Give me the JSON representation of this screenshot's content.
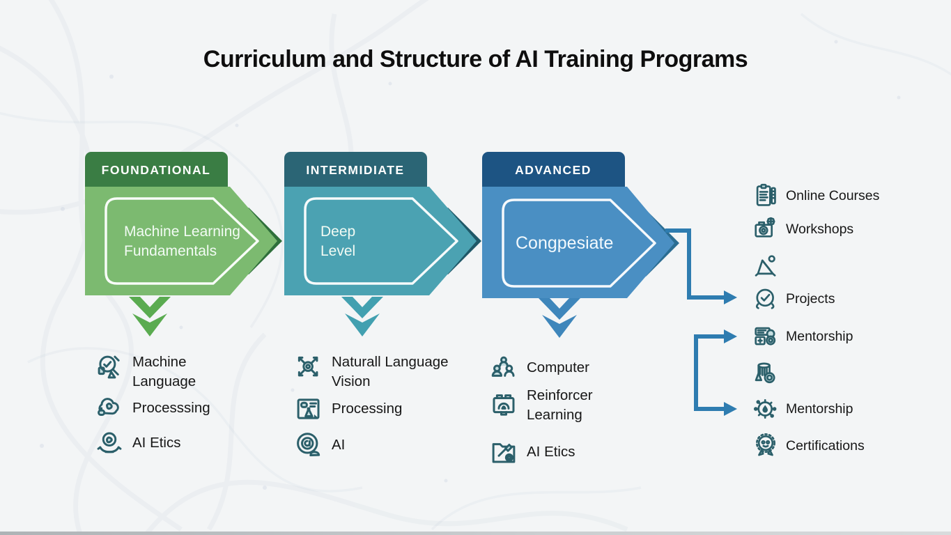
{
  "page": {
    "title": "Curriculum and Structure of AI Training Programs"
  },
  "colors": {
    "background": "#f3f5f6",
    "title": "#0e0e0e",
    "connector": "#2e7cb0",
    "foundational": {
      "header": "#3a7d44",
      "body": "#7cba70",
      "diamond": "#2f6f3b",
      "chevron": "#5aab50"
    },
    "intermediate": {
      "header": "#2b6575",
      "body": "#4ba2b2",
      "diamond": "#1f5868",
      "chevron": "#42a0b0"
    },
    "advanced": {
      "header": "#1d5483",
      "body": "#4a8fc3",
      "diamond": "#2b6d92",
      "chevron": "#3e86bb"
    }
  },
  "levels": [
    {
      "id": "foundational",
      "header_label": "FOUNDATIONAL",
      "body_lines": [
        "Machine Learning",
        "Fundamentals"
      ]
    },
    {
      "id": "intermediate",
      "header_label": "INTERMIDIATE",
      "body_lines": [
        "Deep",
        "Level"
      ]
    },
    {
      "id": "advanced",
      "header_label": "ADVANCED",
      "body_lines": [
        "Congpesiate"
      ]
    }
  ],
  "topics": {
    "foundational": [
      {
        "icon": "magnifier-check-icon",
        "lines": [
          "Machine",
          "Language"
        ]
      },
      {
        "icon": "brain-gear-icon",
        "lines": [
          "Processsing"
        ]
      },
      {
        "icon": "hand-brain-icon",
        "lines": [
          "AI Etics"
        ]
      }
    ],
    "intermediate": [
      {
        "icon": "gear-arrows-icon",
        "lines": [
          "Naturall Language",
          "Vision"
        ]
      },
      {
        "icon": "image-frame-icon",
        "lines": [
          "Processing"
        ]
      },
      {
        "icon": "at-circle-icon",
        "lines": [
          "AI"
        ]
      }
    ],
    "advanced": [
      {
        "icon": "people-group-icon",
        "lines": [
          "Computer"
        ]
      },
      {
        "icon": "monitor-arch-icon",
        "lines": [
          "Reinforcer",
          "Learning"
        ]
      },
      {
        "icon": "folder-docs-icon",
        "lines": [
          "AI Etics"
        ]
      }
    ]
  },
  "resources": [
    {
      "icon": "clipboard-list-icon",
      "label": "Online Courses"
    },
    {
      "icon": "camera-badge-icon",
      "label": "Workshops"
    },
    {
      "icon": "drafting-compass-icon",
      "label": ""
    },
    {
      "icon": "clock-check-icon",
      "label": "Projects"
    },
    {
      "icon": "cards-stack-icon",
      "label": "Mentorship"
    },
    {
      "icon": "jar-coin-icon",
      "label": ""
    },
    {
      "icon": "gear-drop-icon",
      "label": "Mentorship"
    },
    {
      "icon": "medal-robot-icon",
      "label": "Certifications"
    }
  ]
}
